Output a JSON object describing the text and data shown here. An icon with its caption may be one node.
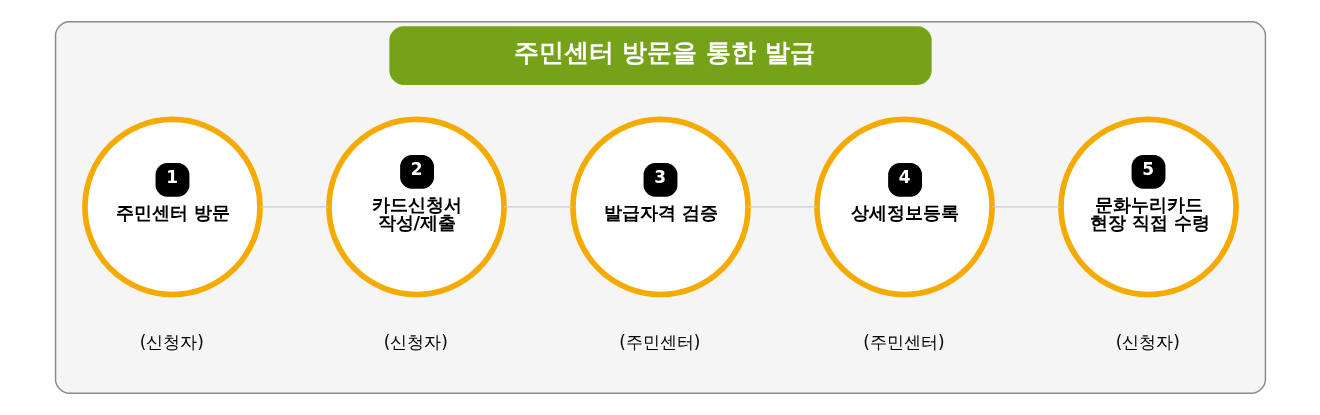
{
  "diagram": {
    "nodes": [
      {
        "text": [
          "주민센터 방문을 통한 발급"
        ]
      },
      {
        "text": [
          "1",
          "주민센터 방문"
        ],
        "beside": [
          "(신청자)"
        ],
        "in": 0
      },
      {
        "text": [
          "2",
          "카드신청서 작성/제출"
        ],
        "beside": [
          "(신청자)"
        ],
        "in": 0
      },
      {
        "text": [
          "3",
          "발급자격 검증"
        ],
        "beside": [
          "(주민센터)"
        ],
        "in": 0
      },
      {
        "text": [
          "4",
          "상세정보등록"
        ],
        "beside": [
          "(주민센터)"
        ],
        "in": 0
      },
      {
        "text": [
          "5",
          "문화누리카드 현장 직접 수령"
        ],
        "beside": [
          "(신청자)"
        ],
        "in": 0
      }
    ],
    "edges": [
      {
        "from": 1,
        "to": 2,
        "arrow": "none"
      },
      {
        "from": 2,
        "to": 3,
        "arrow": "none"
      },
      {
        "from": 3,
        "to": 4,
        "arrow": "none"
      },
      {
        "from": 4,
        "to": 5,
        "arrow": "none"
      }
    ]
  }
}
